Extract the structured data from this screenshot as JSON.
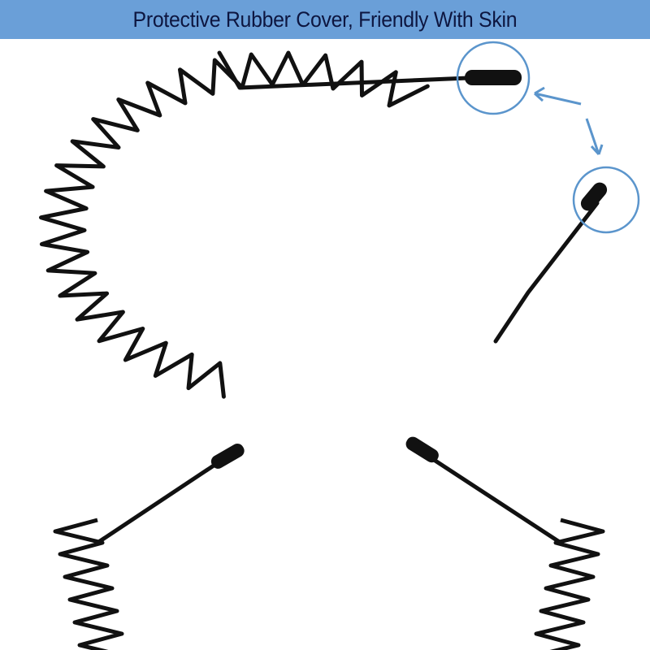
{
  "banner": {
    "title": "Protective Rubber Cover, Friendly With Skin"
  },
  "colors": {
    "banner": "#6a9fd8",
    "title_text": "#0d1640",
    "highlight": "#5b95cc",
    "wire": "#111111"
  },
  "icons": [
    "magnify-circle",
    "arrow"
  ]
}
